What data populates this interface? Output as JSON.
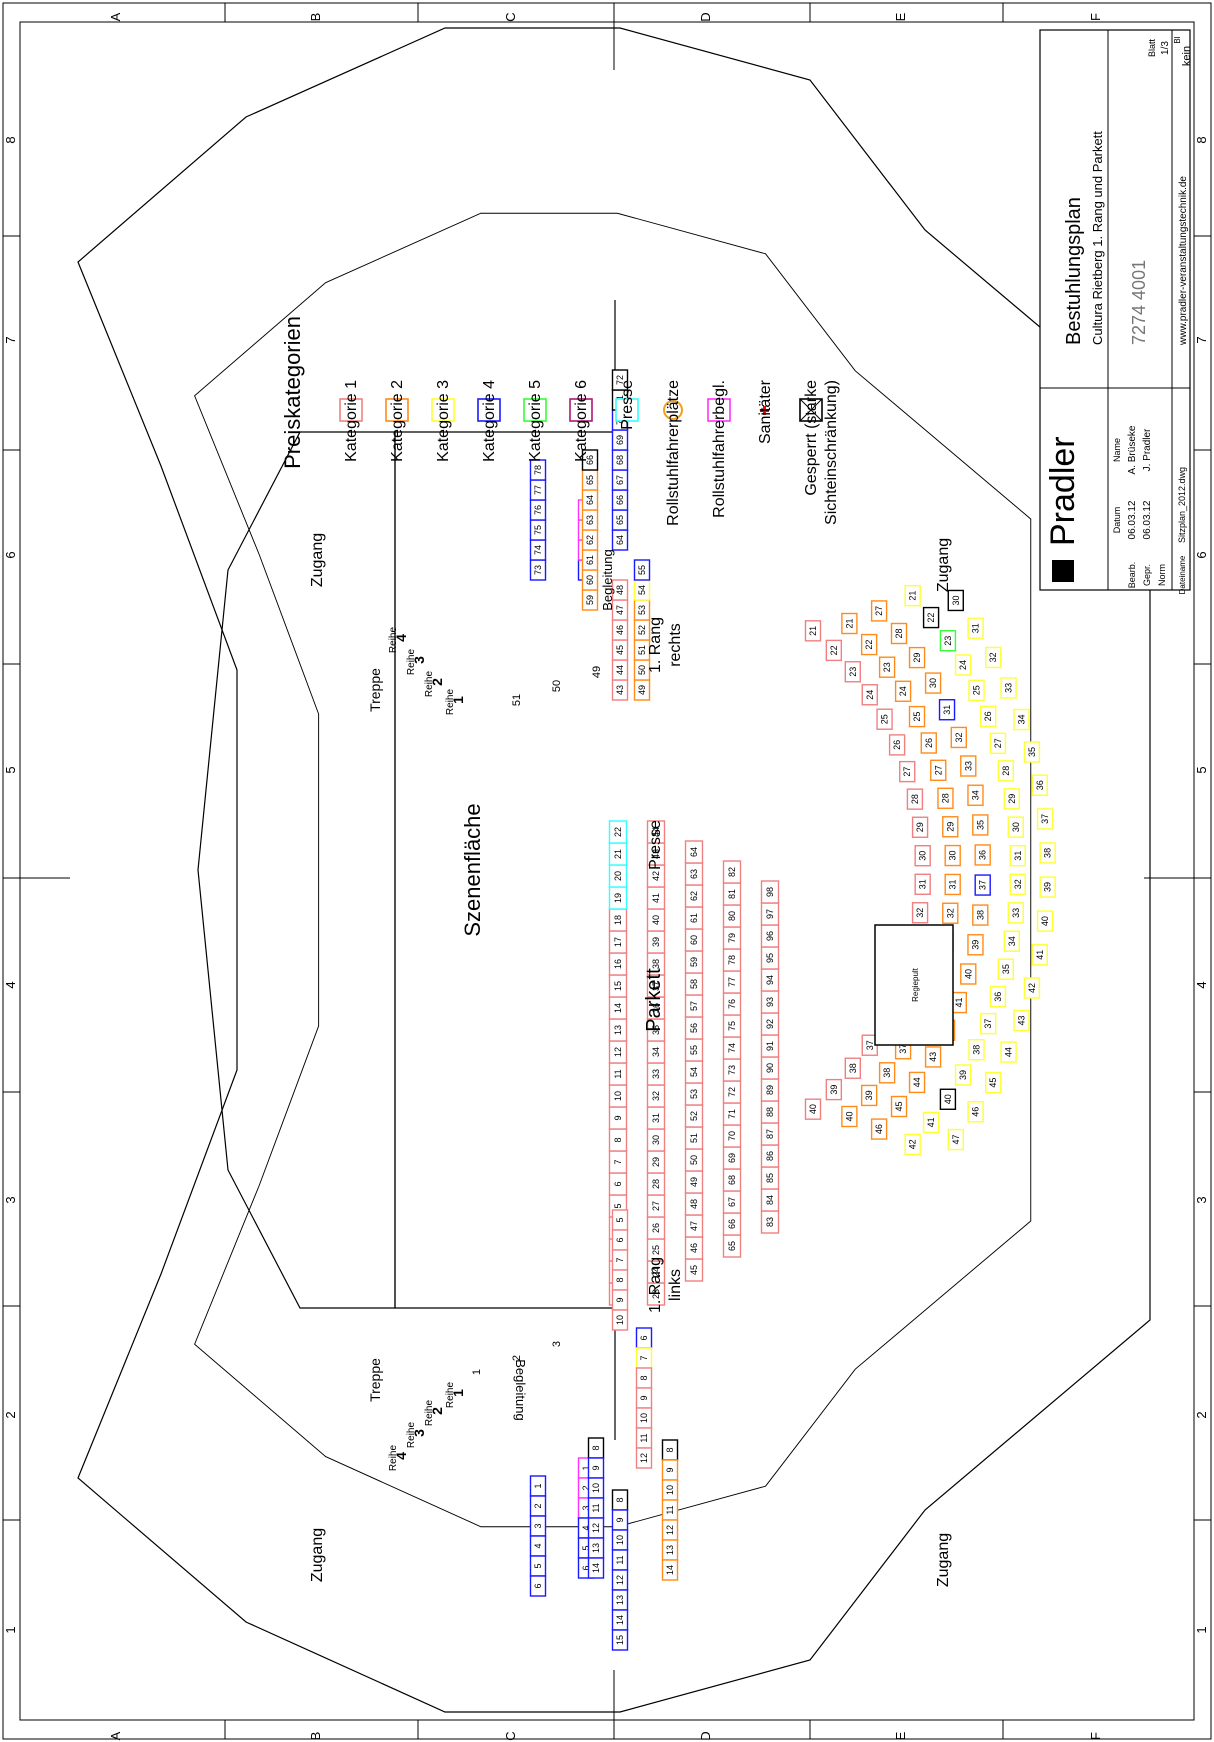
{
  "frame": {
    "col_letters": [
      "A",
      "B",
      "C",
      "D",
      "E",
      "F"
    ],
    "row_numbers": [
      "1",
      "2",
      "3",
      "4",
      "5",
      "6",
      "7",
      "8"
    ]
  },
  "stage": {
    "label": "Szenenfläche",
    "stair_top": "Treppe",
    "stair_bottom": "Treppe",
    "access": [
      "Zugang",
      "Zugang",
      "Zugang",
      "Zugang"
    ],
    "row_word": "Reihe",
    "row_nums": [
      "1",
      "2",
      "3",
      "4"
    ],
    "escort": "Begleitung",
    "rang_right": [
      "1. Rang",
      "rechts"
    ],
    "rang_left": [
      "1. Rang",
      "links"
    ],
    "wheelchair_top": [
      "51",
      "50",
      "49"
    ],
    "wheelchair_bottom": [
      "1",
      "2",
      "3"
    ]
  },
  "parkett": {
    "title": "Parkett",
    "presse": "Presse",
    "mixer": "Regiepult",
    "rows": [
      {
        "from": 1,
        "to": 22
      },
      {
        "from": 23,
        "to": 44
      },
      {
        "from": 45,
        "to": 64
      },
      {
        "from": 65,
        "to": 82
      },
      {
        "from": 83,
        "to": 98
      }
    ],
    "press_seats": [
      19,
      20,
      21,
      22
    ]
  },
  "legend": {
    "title": "Preiskategorien",
    "items": [
      {
        "label": "Kategorie 1",
        "color": "#f08080",
        "kind": "box"
      },
      {
        "label": "Kategorie 2",
        "color": "#ff8c1a",
        "kind": "box"
      },
      {
        "label": "Kategorie 3",
        "color": "#ffff33",
        "kind": "box"
      },
      {
        "label": "Kategorie 4",
        "color": "#1a1aff",
        "kind": "box"
      },
      {
        "label": "Kategorie 5",
        "color": "#33ff33",
        "kind": "box"
      },
      {
        "label": "Kategorie 6",
        "color": "#b0157a",
        "kind": "box"
      },
      {
        "label": "Presse",
        "color": "#33ffff",
        "kind": "box"
      },
      {
        "label": "Rollstuhlfahrerplätze",
        "color": "#f0a020",
        "kind": "wheel"
      },
      {
        "label": "Rollstuhlfahrerbegl.",
        "color": "#ff33ff",
        "kind": "box"
      },
      {
        "label": "Sanitäter",
        "color": "#ff0000",
        "kind": "cross"
      },
      {
        "label": "Gesperrt (starke",
        "label2": "Sichteinschränkung)",
        "color": "#000000",
        "kind": "xbox"
      }
    ]
  },
  "titleblock": {
    "company": "Pradler",
    "title": "Bestuhlungsplan",
    "subtitle": "Cultura Rietberg 1. Rang und Parkett",
    "drawing_no": "7274 4001",
    "website": "www.pradler-veranstaltungstechnik.de",
    "h_datum": "Datum",
    "h_name": "Name",
    "r1": [
      "Bearb.",
      "06.03.12",
      "A. Brüseke"
    ],
    "r2": [
      "Gepr.",
      "06.03.12",
      "J. Pradler"
    ],
    "r3": [
      "Norm",
      "",
      ""
    ],
    "file_label": "Dateiname",
    "file_value": "Sitzplan_2012.dwg",
    "sheet_label": "Blatt",
    "sheet_value": "1/3",
    "size_label": "Bl",
    "scale_value": "kein"
  },
  "colors": {
    "cat1": "#f08080",
    "cat2": "#ff8c1a",
    "cat3": "#ffff33",
    "cat4": "#1a1aff",
    "cat5": "#33ff33",
    "cat6": "#b0157a",
    "press": "#33ffff",
    "wheel": "#f0a020",
    "escort": "#ff33ff",
    "medic": "#ff0000",
    "blocked": "#000000"
  }
}
